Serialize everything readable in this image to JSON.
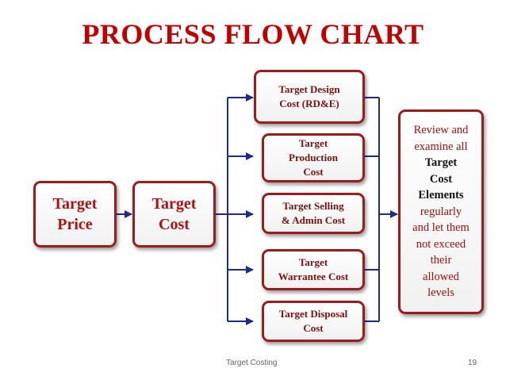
{
  "title": "PROCESS FLOW CHART",
  "nodes": {
    "target_price": [
      "Target",
      "Price"
    ],
    "target_cost": [
      "Target",
      "Cost"
    ],
    "design_cost": [
      "Target Design",
      "Cost (RD&E)"
    ],
    "production_cost": [
      "Target",
      "Production",
      "Cost"
    ],
    "selling_admin_cost": [
      "Target Selling",
      "& Admin Cost"
    ],
    "warrantee_cost": [
      "Target",
      "Warrantee Cost"
    ],
    "disposal_cost": [
      "Target Disposal",
      "Cost"
    ],
    "review": [
      "Review and",
      "examine all",
      "Target",
      "Cost",
      "Elements",
      "regularly",
      "and let them",
      "not exceed",
      "their",
      "allowed",
      "levels"
    ]
  },
  "footer": {
    "left": "Target Costing",
    "page": "19"
  },
  "colors": {
    "title": "#c00000",
    "box_border": "#9b1c1c",
    "arrow": "#1f2a8a"
  }
}
